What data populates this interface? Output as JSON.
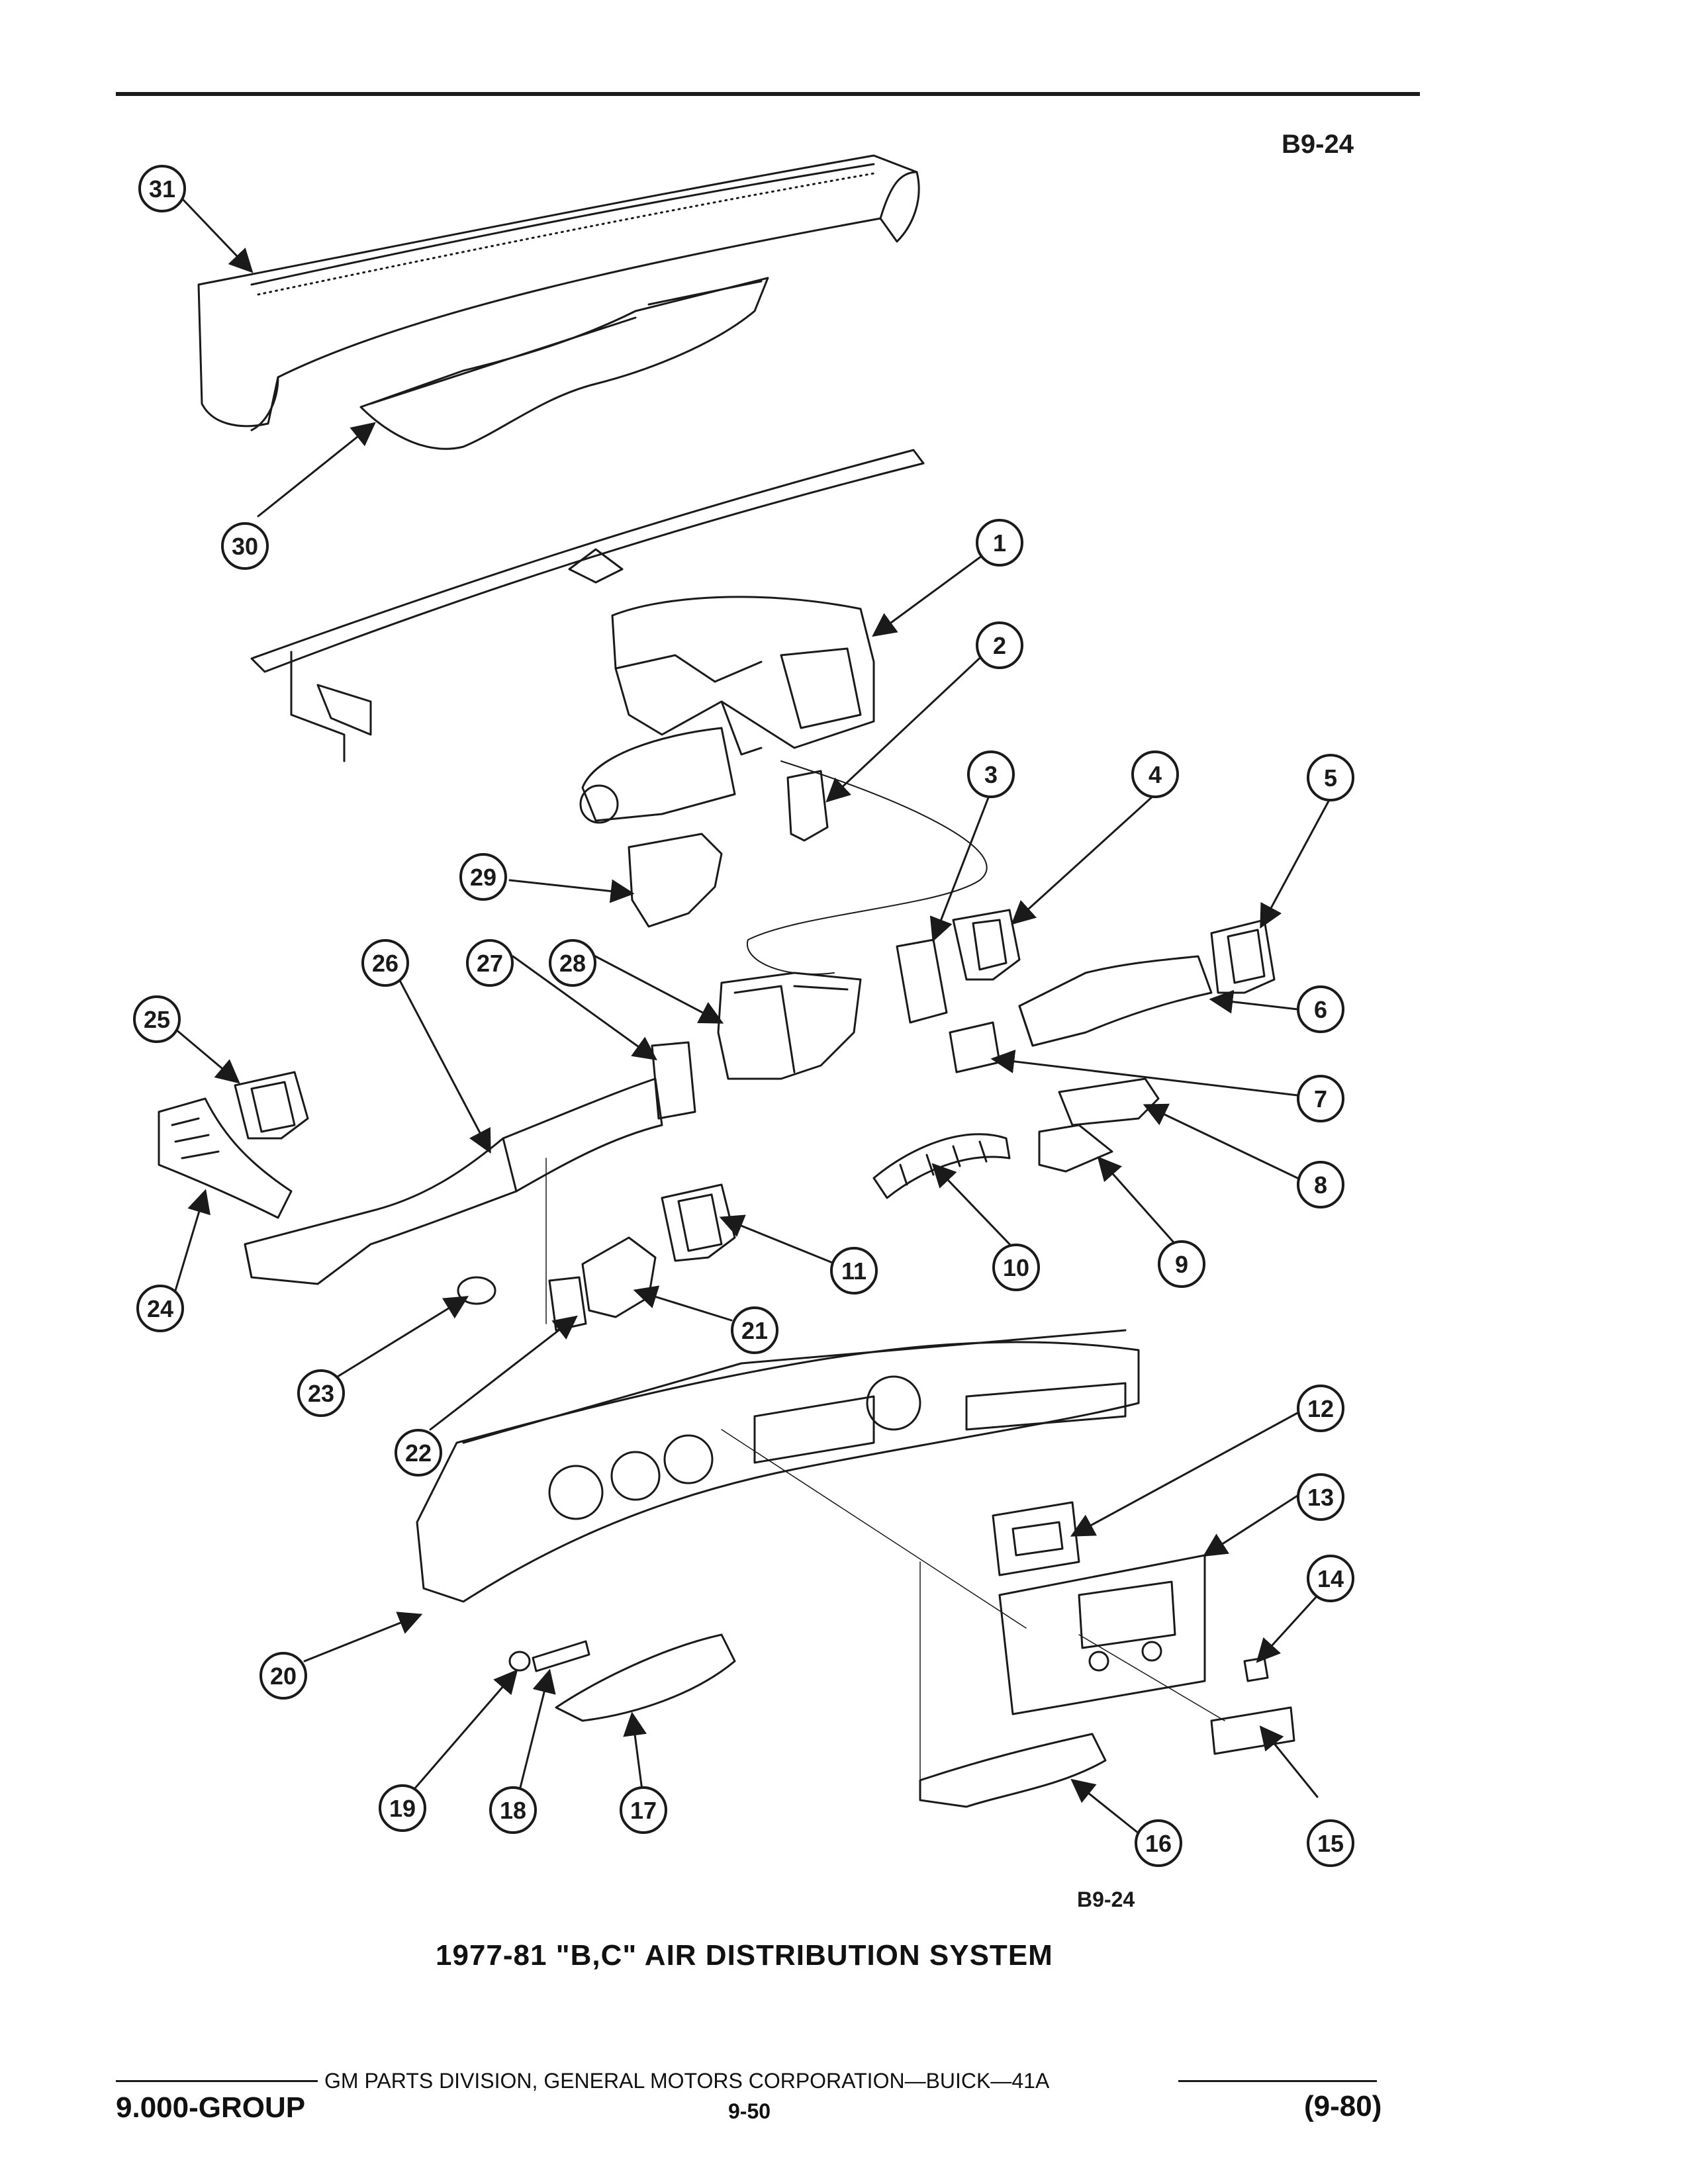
{
  "page_ref_top": "B9-24",
  "page_ref_bottom": "B9-24",
  "caption": "1977-81 \"B,C\" AIR DISTRIBUTION SYSTEM",
  "footer": {
    "line": "GM PARTS DIVISION, GENERAL MOTORS CORPORATION—BUICK—41A",
    "left": "9.000-GROUP",
    "center": "9-50",
    "right": "(9-80)"
  },
  "callouts": [
    "1",
    "2",
    "3",
    "4",
    "5",
    "6",
    "7",
    "8",
    "9",
    "10",
    "11",
    "12",
    "13",
    "14",
    "15",
    "16",
    "17",
    "18",
    "19",
    "20",
    "21",
    "22",
    "23",
    "24",
    "25",
    "26",
    "27",
    "28",
    "29",
    "30",
    "31"
  ],
  "colors": {
    "ink": "#1a1a1a",
    "paper": "#ffffff"
  }
}
